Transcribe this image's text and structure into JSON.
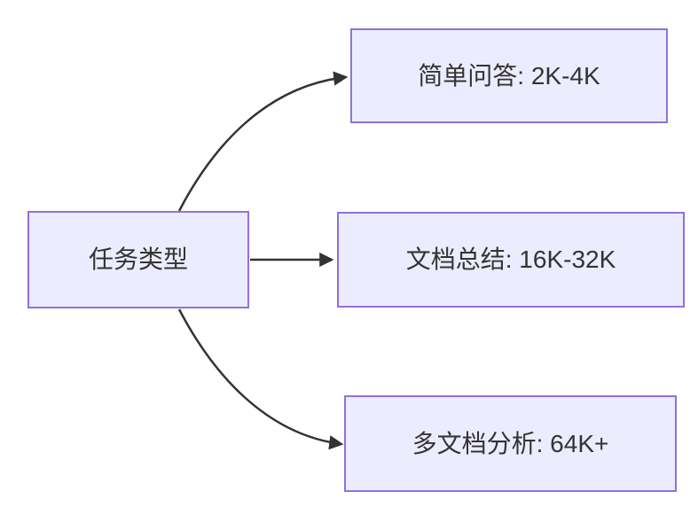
{
  "diagram": {
    "type": "flowchart",
    "direction": "left-to-right",
    "root": {
      "id": "task-type",
      "label": "任务类型"
    },
    "branches": [
      {
        "id": "simple-qa",
        "label": "简单问答: 2K-4K"
      },
      {
        "id": "doc-summary",
        "label": "文档总结: 16K-32K"
      },
      {
        "id": "multi-doc-analysis",
        "label": "多文档分析: 64K+"
      }
    ],
    "edges": [
      {
        "from": "task-type",
        "to": "simple-qa"
      },
      {
        "from": "task-type",
        "to": "doc-summary"
      },
      {
        "from": "task-type",
        "to": "multi-doc-analysis"
      }
    ],
    "colors": {
      "node_fill": "#ECECFF",
      "node_border": "#9370DB",
      "edge_stroke": "#333333",
      "text": "#333333",
      "background": "#FFFFFF"
    }
  }
}
